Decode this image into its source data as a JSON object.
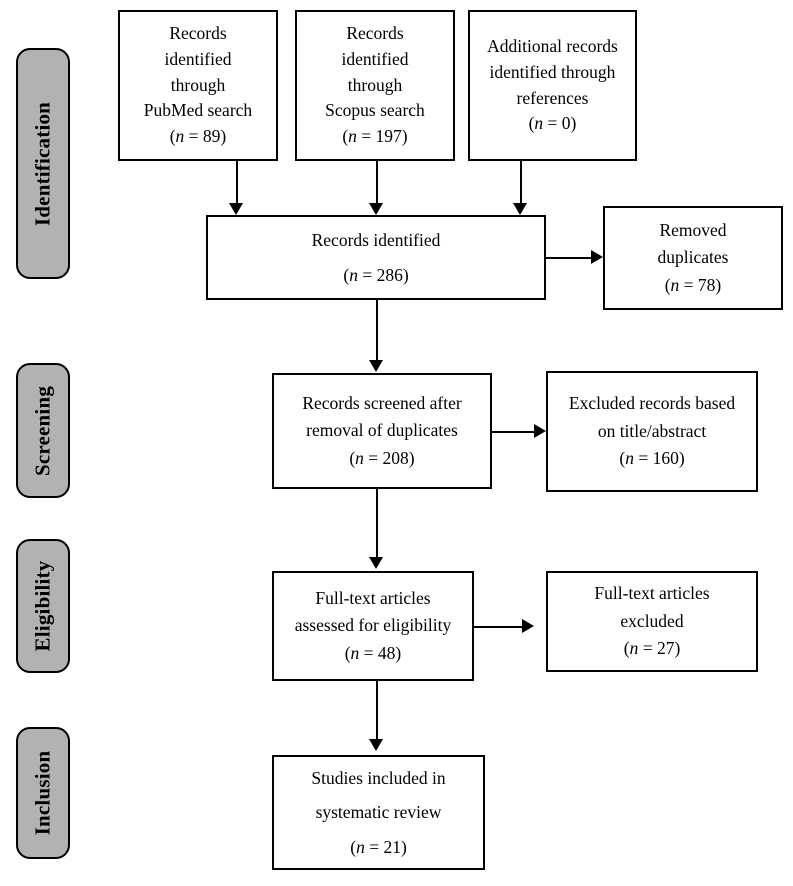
{
  "diagram": {
    "title": "PRISMA flow diagram",
    "type": "flowchart",
    "accent_color": "#b2b2b2",
    "line_color": "#000000",
    "box_fill": "#ffffff"
  },
  "stages": [
    {
      "id": "identification",
      "label": "Identification"
    },
    {
      "id": "screening",
      "label": "Screening"
    },
    {
      "id": "eligibility",
      "label": "Eligibility"
    },
    {
      "id": "inclusion",
      "label": "Inclusion"
    }
  ],
  "boxes": {
    "pubmed": {
      "text": "Records\nidentified\nthrough\nPubMed search",
      "count_prefix": "(",
      "count_var": "n",
      "count_eq": " = ",
      "count_value": "89",
      "count_suffix": ")"
    },
    "scopus": {
      "text": "Records\nidentified\nthrough\nScopus search",
      "count_prefix": "(",
      "count_var": "n",
      "count_eq": " = ",
      "count_value": "197",
      "count_suffix": ")"
    },
    "additional": {
      "text": "Additional records\nidentified through\nreferences",
      "count_prefix": "(",
      "count_var": "n",
      "count_eq": " = ",
      "count_value": "0",
      "count_suffix": ")"
    },
    "records_identified": {
      "text": "Records identified",
      "count_prefix": "(",
      "count_var": "n",
      "count_eq": " = ",
      "count_value": "286",
      "count_suffix": ")"
    },
    "removed_duplicates": {
      "text": "Removed\nduplicates",
      "count_prefix": "(",
      "count_var": "n",
      "count_eq": " = ",
      "count_value": "78",
      "count_suffix": ")"
    },
    "records_screened": {
      "text": "Records screened after\nremoval of duplicates",
      "count_prefix": "(",
      "count_var": "n",
      "count_eq": " = ",
      "count_value": "208",
      "count_suffix": ")"
    },
    "excluded_records": {
      "text": "Excluded records based\non title/abstract",
      "count_prefix": "(",
      "count_var": "n",
      "count_eq": " = ",
      "count_value": "160",
      "count_suffix": ")"
    },
    "fulltext_assessed": {
      "text": "Full-text articles\nassessed for eligibility",
      "count_prefix": "(",
      "count_var": "n",
      "count_eq": " = ",
      "count_value": "48",
      "count_suffix": ")"
    },
    "fulltext_excluded": {
      "text": "Full-text articles\nexcluded",
      "count_prefix": "(",
      "count_var": "n",
      "count_eq": " = ",
      "count_value": "27",
      "count_suffix": ")"
    },
    "studies_included": {
      "text": "Studies included in\nsystematic review",
      "count_prefix": "(",
      "count_var": "n",
      "count_eq": " = ",
      "count_value": "21",
      "count_suffix": ")"
    }
  }
}
